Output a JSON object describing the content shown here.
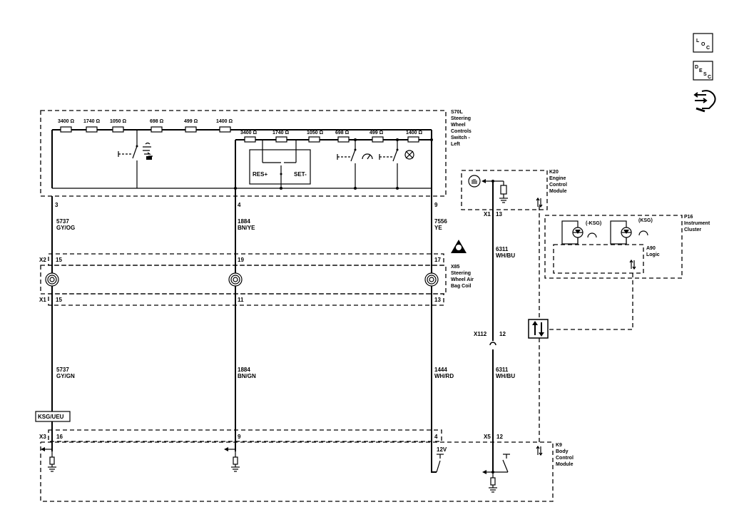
{
  "nav": {
    "loc_l": "L",
    "loc_o": "O",
    "loc_c": "C",
    "desc_d": "D",
    "desc_e": "E",
    "desc_s": "S",
    "desc_c": "C"
  },
  "s70l": {
    "l1": "S70L",
    "l2": "Steering",
    "l3": "Wheel",
    "l4": "Controls",
    "l5": "Switch -",
    "l6": "Left",
    "top_res": [
      "3400 Ω",
      "1740 Ω",
      "1050 Ω",
      "698 Ω",
      "499 Ω",
      "1400 Ω"
    ],
    "bot_res": [
      "3400 Ω",
      "1740 Ω",
      "1050 Ω",
      "698 Ω",
      "499 Ω",
      "1400 Ω"
    ],
    "res_plus": "RES+",
    "set_minus": "SET-",
    "pin_a": "3",
    "pin_b": "4",
    "pin_c": "9"
  },
  "k20": {
    "l1": "K20",
    "l2": "Engine",
    "l3": "Control",
    "l4": "Module",
    "conn": "X1",
    "pin": "13"
  },
  "p16": {
    "l1": "P16",
    "l2": "Instrument",
    "l3": "Cluster",
    "ksg_neg": "(-KSG)",
    "ksg": "(KSG)",
    "a90_1": "A90",
    "a90_2": "Logic"
  },
  "x85": {
    "l1": "X85",
    "l2": "Steering",
    "l3": "Wheel Air",
    "l4": "Bag Coil"
  },
  "wires": {
    "w1_num": "5737",
    "w1_col": "GY/OG",
    "w2_num": "1884",
    "w2_col": "BN/YE",
    "w3_num": "7556",
    "w3_col": "YE",
    "w4_num": "6311",
    "w4_col": "WH/BU",
    "w5_num": "5737",
    "w5_col": "GY/GN",
    "w6_num": "1884",
    "w6_col": "BN/GN",
    "w7_num": "1444",
    "w7_col": "WH/RD",
    "w8_num": "6311",
    "w8_col": "WH/BU"
  },
  "x2": {
    "name": "X2",
    "p1": "15",
    "p2": "19",
    "p3": "17"
  },
  "x1": {
    "name": "X1",
    "p1": "15",
    "p2": "11",
    "p3": "13"
  },
  "x112": {
    "name": "X112",
    "pin": "12"
  },
  "ksg_box": "KSG/UEU",
  "x3": {
    "name": "X3",
    "p1": "16",
    "p2": "9",
    "p3": "4"
  },
  "x5": {
    "name": "X5",
    "pin": "12"
  },
  "k9": {
    "l1": "K9",
    "l2": "Body",
    "l3": "Control",
    "l4": "Module",
    "v12": "12V"
  }
}
